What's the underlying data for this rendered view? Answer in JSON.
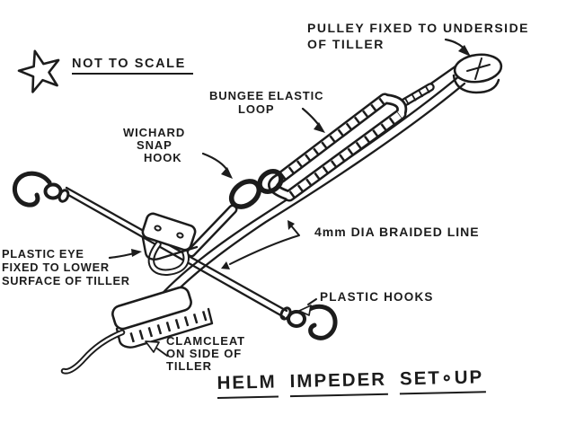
{
  "colors": {
    "ink": "#1c1c1c",
    "paper": "#ffffff"
  },
  "note": {
    "text": "NOT TO SCALE"
  },
  "title": {
    "words": [
      "HELM",
      "IMPEDER",
      "SET∘UP"
    ]
  },
  "labels": {
    "pulley": {
      "lines": [
        "PULLEY FIXED TO UNDERSIDE",
        "OF TILLER"
      ]
    },
    "bungee": {
      "lines": [
        "BUNGEE ELASTIC",
        "LOOP"
      ]
    },
    "wichard": {
      "lines": [
        "WICHARD",
        "SNAP",
        "HOOK"
      ]
    },
    "plastic_eye": {
      "lines": [
        "PLASTIC EYE",
        "FIXED TO LOWER",
        "SURFACE OF TILLER"
      ]
    },
    "clamcleat": {
      "lines": [
        "CLAMCLEAT",
        "ON SIDE OF",
        "TILLER"
      ]
    },
    "braided_line": {
      "text": "4mm DIA BRAIDED LINE"
    },
    "plastic_hooks": {
      "text": "PLASTIC HOOKS"
    }
  },
  "icons": {
    "star": "star-icon",
    "pulley": "pulley-sheave",
    "bungee": "bungee-elastic-loop",
    "snap_hook": "wichard-snap-hook",
    "eye": "plastic-eye-bracket",
    "cleat": "clamcleat",
    "hook_left": "plastic-hook",
    "hook_bottom": "plastic-hook"
  }
}
